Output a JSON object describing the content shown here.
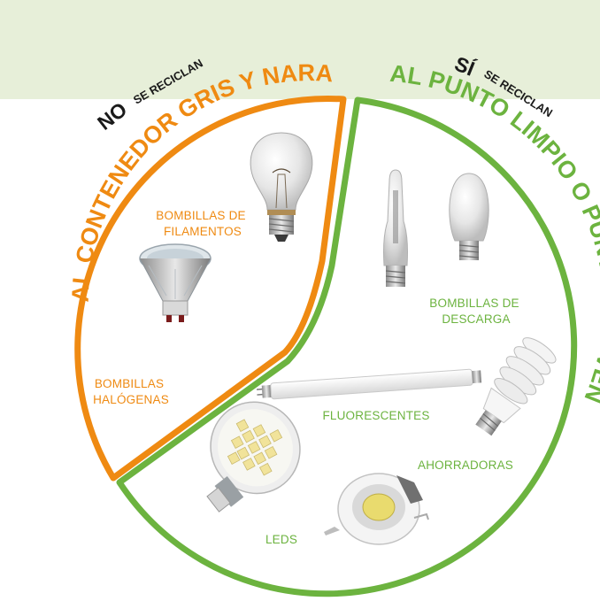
{
  "colors": {
    "orange": "#ef8a12",
    "green": "#6cb33f",
    "band": "#e7efd9",
    "black": "#1a1a1a"
  },
  "left_section": {
    "no": "NO",
    "se_reciclan": "SE RECICLAN",
    "destination": "AL CONTENEDOR GRIS Y NARANJA",
    "items": [
      {
        "line1": "BOMBILLAS DE",
        "line2": "FILAMENTOS",
        "icon": "incandescent-bulb-icon"
      },
      {
        "line1": "BOMBILLAS",
        "line2": "HALÓGENAS",
        "icon": "halogen-bulb-icon"
      }
    ]
  },
  "right_section": {
    "si": "SÍ",
    "se_reciclan": "SE RECICLAN",
    "destination": "AL PUNTO LIMPIO O PUNTOS DE VENTA",
    "items": [
      {
        "line1": "BOMBILLAS DE",
        "line2": "DESCARGA",
        "icon": "discharge-bulb-icon"
      },
      {
        "line1": "FLUORESCENTES",
        "icon": "fluorescent-tube-icon"
      },
      {
        "line1": "AHORRADORAS",
        "icon": "energy-saving-bulb-icon"
      },
      {
        "line1": "LEDS",
        "icon": "led-bulb-icon"
      }
    ]
  }
}
